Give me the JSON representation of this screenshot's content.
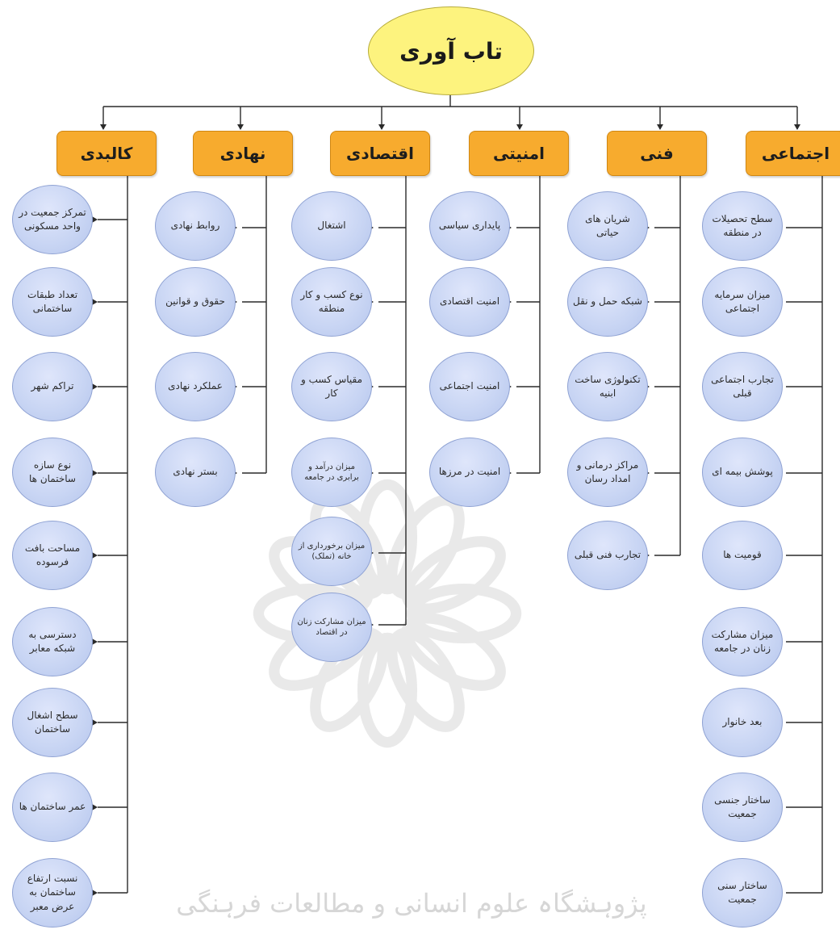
{
  "root": {
    "label": "تاب آوری"
  },
  "categories": [
    {
      "label": "اجتماعی",
      "items": [
        "سطح تحصیلات در منطقه",
        "میزان سرمایه اجتماعی",
        "تجارب اجتماعی قبلی",
        "پوشش بیمه ای",
        "قومیت ها",
        "میزان مشارکت زنان در جامعه",
        "بعد خانوار",
        "ساختار جنسی جمعیت",
        "ساختار سنی جمعیت"
      ]
    },
    {
      "label": "فنی",
      "items": [
        "شریان های حیاتی",
        "شبکه حمل و نقل",
        "تکنولوژی ساخت ابنیه",
        "مراکز درمانی و امداد رسان",
        "تجارب فنی قبلی"
      ]
    },
    {
      "label": "امنیتی",
      "items": [
        "پایداری سیاسی",
        "امنیت اقتصادی",
        "امنیت اجتماعی",
        "امنیت در مرزها"
      ]
    },
    {
      "label": "اقتصادی",
      "items": [
        "اشتغال",
        "نوع کسب و کار منطقه",
        "مقیاس کسب و کار",
        "میزان درآمد و برابری در جامعه",
        "میزان برخورداری از خانه (تملک)",
        "میزان مشارکت زنان در اقتصاد"
      ]
    },
    {
      "label": "نهادی",
      "items": [
        "روابط نهادی",
        "حقوق و قوانین",
        "عملکرد نهادی",
        "بستر نهادی"
      ]
    },
    {
      "label": "کالبدی",
      "items": [
        "تمرکز جمعیت در واحد مسکونی",
        "تعداد طبقات ساختمانی",
        "تراکم شهر",
        "نوع سازه ساختمان ها",
        "مساحت بافت فرسوده",
        "دسترسی به شبکه معابر",
        "سطح اشغال ساختمان",
        "عمر ساختمان ها",
        "نسبت ارتفاع ساختمان به عرض معبر"
      ]
    }
  ],
  "watermark": {
    "text": "پژوہشگاہ علوم انسانی و مطالعات فرہنگی"
  },
  "colors": {
    "root_fill": "#fdf37e",
    "category_fill": "#f7ab2e",
    "node_fill": "#c7d4f3",
    "line": "#2a2a2a"
  }
}
